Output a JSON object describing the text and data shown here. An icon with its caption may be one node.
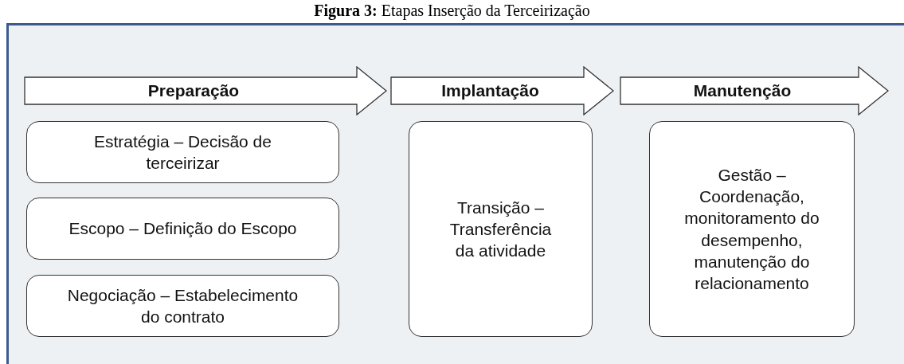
{
  "diagram": {
    "title": "**Figura 3:** Etapas Inserção da Terceirização",
    "nodes": [
      {
        "text": [
          "Preparação"
        ]
      },
      {
        "text": [
          "Implantação"
        ]
      },
      {
        "text": [
          "Manutenção"
        ]
      },
      {
        "text": [
          "Estratégia – Decisão de terceirizar"
        ]
      },
      {
        "text": [
          "Escopo – Definição do Escopo"
        ]
      },
      {
        "text": [
          "Negociação – Estabelecimento do contrato"
        ]
      },
      {
        "text": [
          "Transição – Transferência da atividade"
        ]
      },
      {
        "text": [
          "Gestão – Coordenação, monitoramento do desempenho, manutenção do relacionamento"
        ]
      }
    ],
    "edges": []
  }
}
